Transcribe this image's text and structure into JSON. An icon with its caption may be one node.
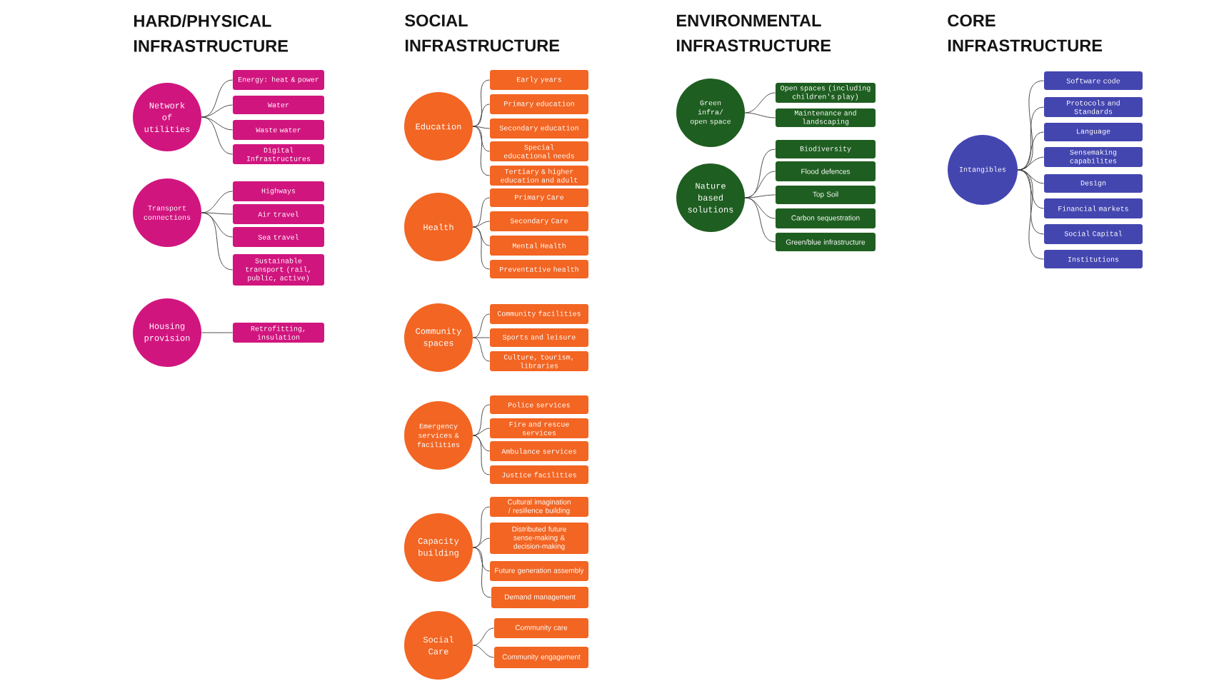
{
  "diagram": {
    "nodes": [
      {
        "text": [
          "Network of utilities"
        ]
      },
      {
        "text": [
          "Energy: heat & power"
        ]
      },
      {
        "text": [
          "Water"
        ]
      },
      {
        "text": [
          "Waste water"
        ]
      },
      {
        "text": [
          "Digital Infrastructures"
        ]
      },
      {
        "text": [
          "Transport connections"
        ]
      },
      {
        "text": [
          "Highways"
        ]
      },
      {
        "text": [
          "Air travel"
        ]
      },
      {
        "text": [
          "Sea travel"
        ]
      },
      {
        "text": [
          "Sustainable transport (rail, public, active)"
        ]
      },
      {
        "text": [
          "Housing provision"
        ]
      },
      {
        "text": [
          "Retrofitting, insulation"
        ]
      },
      {
        "text": [
          "Education"
        ]
      },
      {
        "text": [
          "Early years"
        ]
      },
      {
        "text": [
          "Primary education"
        ]
      },
      {
        "text": [
          "Secondary education"
        ]
      },
      {
        "text": [
          "Special educational needs"
        ]
      },
      {
        "text": [
          "Tertiary & higher education and adult"
        ]
      },
      {
        "text": [
          "Health"
        ]
      },
      {
        "text": [
          "Primary Care"
        ]
      },
      {
        "text": [
          "Secondary Care"
        ]
      },
      {
        "text": [
          "Mental Health"
        ]
      },
      {
        "text": [
          "Preventative health"
        ]
      },
      {
        "text": [
          "Community spaces"
        ]
      },
      {
        "text": [
          "Community facilities"
        ]
      },
      {
        "text": [
          "Sports and leisure"
        ]
      },
      {
        "text": [
          "Culture, tourism, libraries"
        ]
      },
      {
        "text": [
          "Emergency services & facilities"
        ]
      },
      {
        "text": [
          "Police services"
        ]
      },
      {
        "text": [
          "Fire and rescue services"
        ]
      },
      {
        "text": [
          "Ambulance services"
        ]
      },
      {
        "text": [
          "Justice facilities"
        ]
      },
      {
        "text": [
          "Capacity building"
        ]
      },
      {
        "text": [
          "Cultural imagination / resilience building"
        ]
      },
      {
        "text": [
          "Distributed future sense-making & decision-making"
        ]
      },
      {
        "text": [
          "Future generation assembly"
        ]
      },
      {
        "text": [
          "Demand management"
        ]
      },
      {
        "text": [
          "Social Care"
        ]
      },
      {
        "text": [
          "Community care"
        ]
      },
      {
        "text": [
          "Community engagement"
        ]
      },
      {
        "text": [
          "Green infra/ open space"
        ]
      },
      {
        "text": [
          "Open spaces (including children's play)"
        ]
      },
      {
        "text": [
          "Maintenance and landscaping"
        ]
      },
      {
        "text": [
          "Nature based solutions"
        ]
      },
      {
        "text": [
          "Biodiversity"
        ]
      },
      {
        "text": [
          "Flood defences"
        ]
      },
      {
        "text": [
          "Top Soil"
        ]
      },
      {
        "text": [
          "Carbon sequestration"
        ]
      },
      {
        "text": [
          "Green/blue infrastructure"
        ]
      },
      {
        "text": [
          "Intangibles"
        ]
      },
      {
        "text": [
          "Software code"
        ]
      },
      {
        "text": [
          "Protocols and Standards"
        ]
      },
      {
        "text": [
          "Language"
        ]
      },
      {
        "text": [
          "Sensemaking capabilites"
        ]
      },
      {
        "text": [
          "Design"
        ]
      },
      {
        "text": [
          "Financial markets"
        ]
      },
      {
        "text": [
          "Social Capital"
        ]
      },
      {
        "text": [
          "Institutions"
        ]
      }
    ],
    "edges": [
      {
        "from": 0,
        "to": 1,
        "arrow": "none"
      },
      {
        "from": 0,
        "to": 2,
        "arrow": "none"
      },
      {
        "from": 0,
        "to": 3,
        "arrow": "none"
      },
      {
        "from": 0,
        "to": 4,
        "arrow": "none"
      },
      {
        "from": 5,
        "to": 6,
        "arrow": "none"
      },
      {
        "from": 5,
        "to": 7,
        "arrow": "none"
      },
      {
        "from": 5,
        "to": 8,
        "arrow": "none"
      },
      {
        "from": 5,
        "to": 9,
        "arrow": "none"
      },
      {
        "from": 10,
        "to": 11,
        "arrow": "none"
      },
      {
        "from": 12,
        "to": 13,
        "arrow": "none"
      },
      {
        "from": 12,
        "to": 14,
        "arrow": "none"
      },
      {
        "from": 12,
        "to": 15,
        "arrow": "none"
      },
      {
        "from": 12,
        "to": 16,
        "arrow": "none"
      },
      {
        "from": 12,
        "to": 17,
        "arrow": "none"
      },
      {
        "from": 18,
        "to": 19,
        "arrow": "none"
      },
      {
        "from": 18,
        "to": 20,
        "arrow": "none"
      },
      {
        "from": 18,
        "to": 21,
        "arrow": "none"
      },
      {
        "from": 18,
        "to": 22,
        "arrow": "none"
      },
      {
        "from": 23,
        "to": 24,
        "arrow": "none"
      },
      {
        "from": 23,
        "to": 25,
        "arrow": "none"
      },
      {
        "from": 23,
        "to": 26,
        "arrow": "none"
      },
      {
        "from": 27,
        "to": 28,
        "arrow": "none"
      },
      {
        "from": 27,
        "to": 29,
        "arrow": "none"
      },
      {
        "from": 27,
        "to": 30,
        "arrow": "none"
      },
      {
        "from": 27,
        "to": 31,
        "arrow": "none"
      },
      {
        "from": 32,
        "to": 33,
        "arrow": "none"
      },
      {
        "from": 32,
        "to": 34,
        "arrow": "none"
      },
      {
        "from": 32,
        "to": 35,
        "arrow": "none"
      },
      {
        "from": 32,
        "to": 36,
        "arrow": "none"
      },
      {
        "from": 37,
        "to": 38,
        "arrow": "none"
      },
      {
        "from": 37,
        "to": 39,
        "arrow": "none"
      },
      {
        "from": 40,
        "to": 41,
        "arrow": "none"
      },
      {
        "from": 40,
        "to": 42,
        "arrow": "none"
      },
      {
        "from": 43,
        "to": 44,
        "arrow": "none"
      },
      {
        "from": 43,
        "to": 45,
        "arrow": "none"
      },
      {
        "from": 43,
        "to": 46,
        "arrow": "none"
      },
      {
        "from": 43,
        "to": 47,
        "arrow": "none"
      },
      {
        "from": 43,
        "to": 48,
        "arrow": "none"
      },
      {
        "from": 49,
        "to": 50,
        "arrow": "none"
      },
      {
        "from": 49,
        "to": 51,
        "arrow": "none"
      },
      {
        "from": 49,
        "to": 52,
        "arrow": "none"
      },
      {
        "from": 49,
        "to": 53,
        "arrow": "none"
      },
      {
        "from": 49,
        "to": 54,
        "arrow": "none"
      },
      {
        "from": 49,
        "to": 55,
        "arrow": "none"
      },
      {
        "from": 49,
        "to": 56,
        "arrow": "none"
      },
      {
        "from": 49,
        "to": 57,
        "arrow": "none"
      }
    ],
    "labels": [
      "HARD/PHYSICAL INFRASTRUCTURE",
      "SOCIAL INFRASTRUCTURE",
      "ENVIRONMENTAL INFRASTRUCTURE",
      "CORE INFRASTRUCTURE"
    ]
  }
}
